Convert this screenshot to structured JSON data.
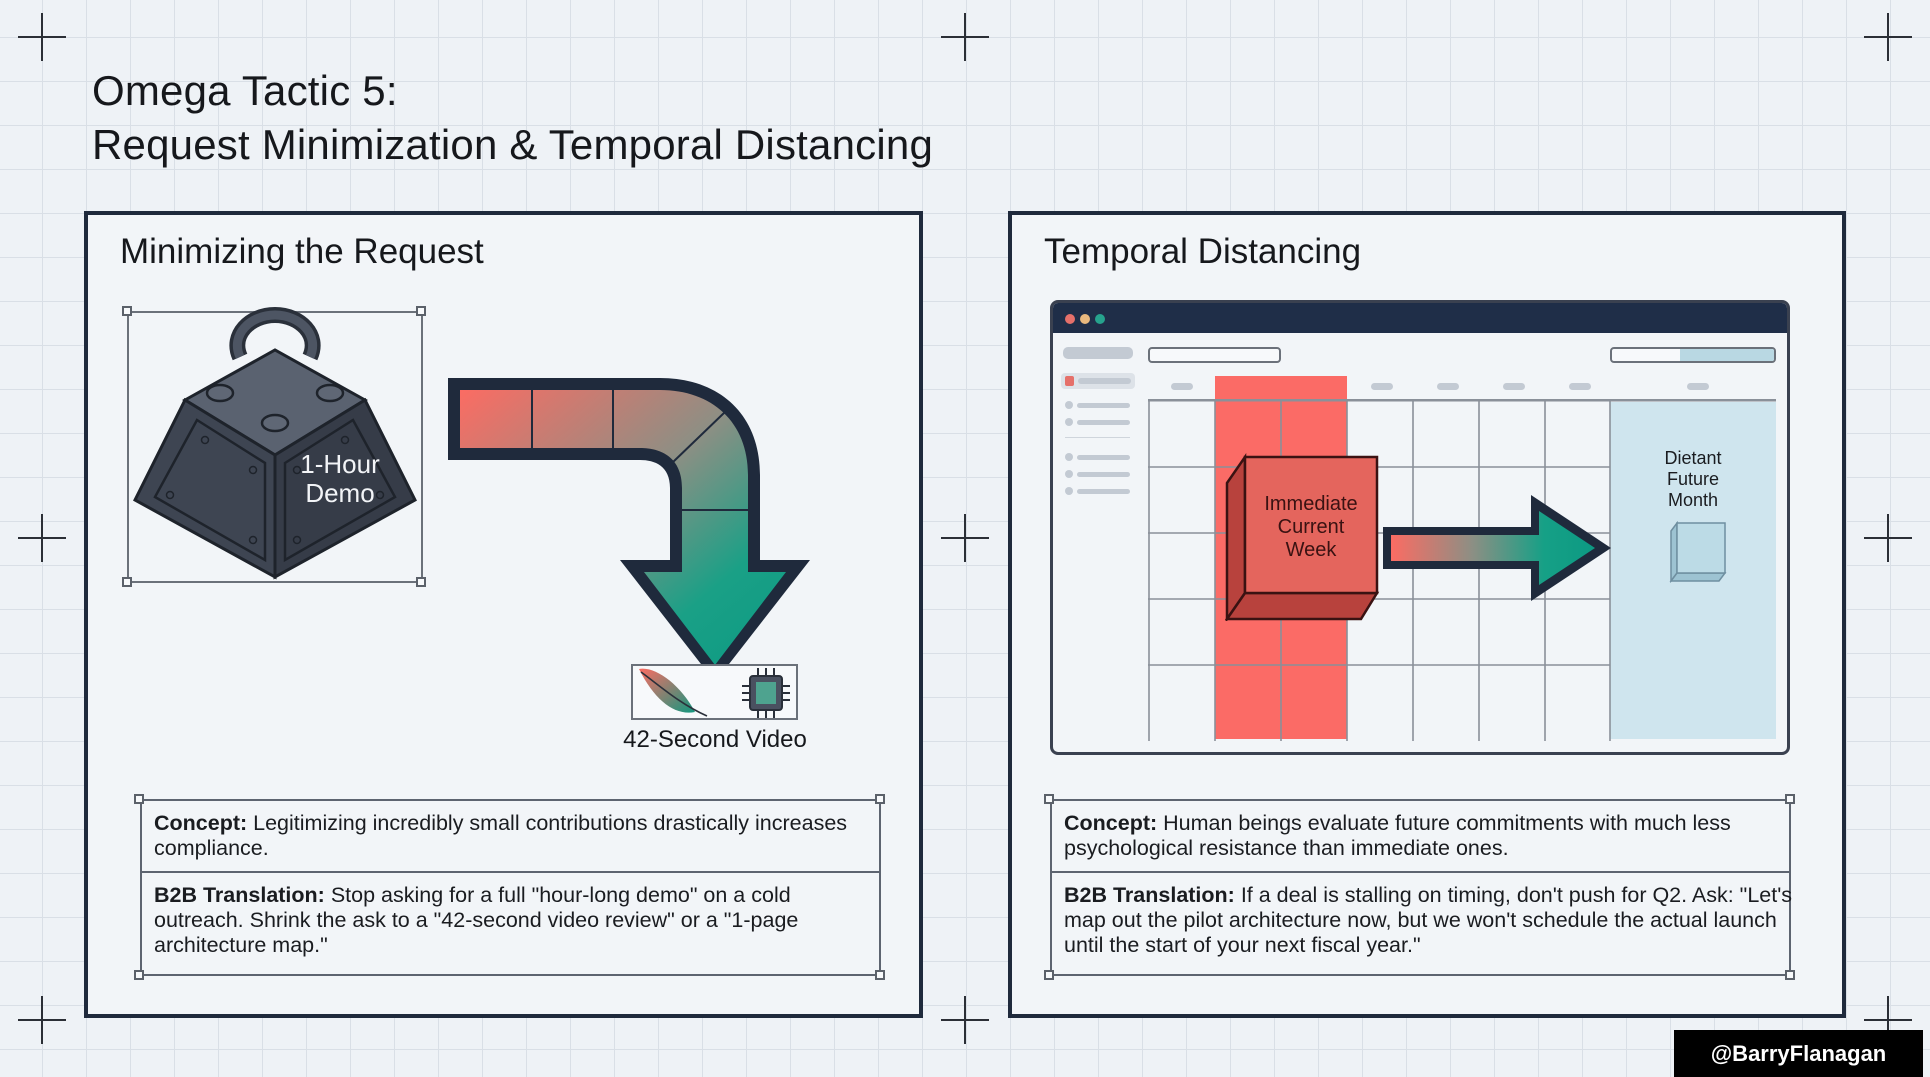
{
  "title": {
    "line1": "Omega Tactic 5:",
    "line2": "Request Minimization & Temporal Distancing"
  },
  "left_panel": {
    "heading": "Minimizing the Request",
    "weight_label_line1": "1-Hour",
    "weight_label_line2": "Demo",
    "video_label": "42-Second Video",
    "concept_label": "Concept:",
    "concept_text": " Legitimizing incredibly small contributions drastically increases compliance.",
    "b2b_label": "B2B Translation:",
    "b2b_text": " Stop asking for a full \"hour-long demo\" on a cold outreach. Shrink the ask to a \"42-second video review\" or a \"1-page architecture map.\""
  },
  "right_panel": {
    "heading": "Temporal Distancing",
    "immediate_label_line1": "Immediate",
    "immediate_label_line2": "Current",
    "immediate_label_line3": "Week",
    "distant_label_line1": "Dietant",
    "distant_label_line2": "Future",
    "distant_label_line3": "Month",
    "concept_label": "Concept:",
    "concept_text": " Human beings evaluate future commitments with much less psychological resistance than immediate ones.",
    "b2b_label": "B2B Translation:",
    "b2b_text": " If a deal is stalling on timing, don't push for Q2. Ask: \"Let's map out the pilot architecture now, but we won't schedule the actual launch until the start of your next fiscal year.\""
  },
  "watermark": "@BarryFlanagan",
  "colors": {
    "navy": "#1f2a3c",
    "coral": "#f86e66",
    "teal": "#0f9a84",
    "light_blue": "#cfe5ee",
    "background": "#eef2f6"
  }
}
